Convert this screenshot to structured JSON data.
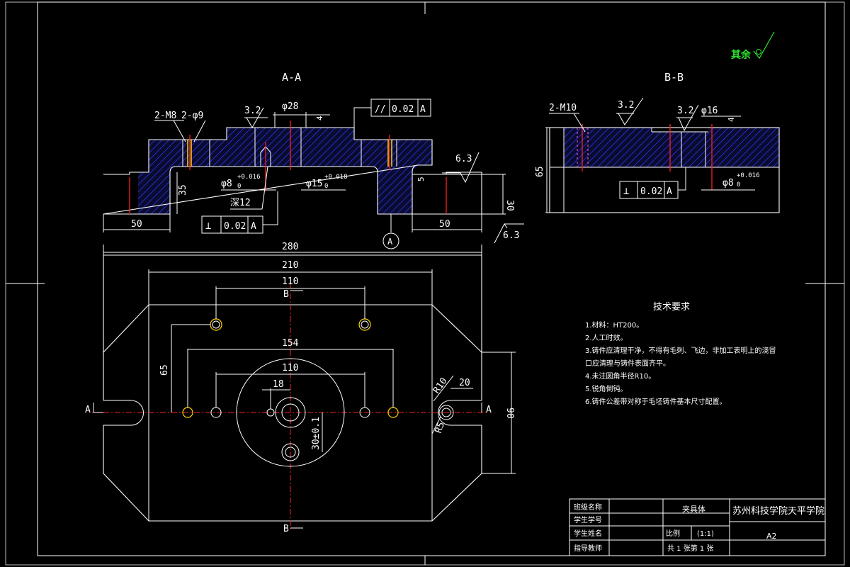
{
  "surface_note": "其余",
  "views": {
    "section_aa_label": "A-A",
    "section_bb_label": "B-B",
    "datum_label": "A"
  },
  "dimensions_aa": {
    "holes_m8": "2-M8",
    "holes_phi9": "2-φ9",
    "roughness_32": "3.2",
    "phi28": "φ28",
    "dim4": "4",
    "parallelism_symbol": "//",
    "parallelism_value": "0.02",
    "parallelism_datum": "A",
    "roughness_63": "6.3",
    "phi8": "φ8",
    "phi8_tol_upper": "+0.016",
    "phi8_tol_lower": "0",
    "phi15": "φ15",
    "phi15_tol_upper": "+0.018",
    "phi15_tol_lower": "0",
    "depth12": "深12",
    "dim35": "35",
    "dim5": "5",
    "dim30": "30",
    "dim50_left": "50",
    "dim50_right": "50",
    "perp_symbol": "⊥",
    "perp_value": "0.02",
    "perp_datum": "A",
    "roughness_63b": "6.3"
  },
  "dimensions_bb": {
    "holes_m10": "2-M10",
    "roughness_32a": "3.2",
    "roughness_32b": "3.2",
    "phi16": "φ16",
    "dim4": "4",
    "dim65": "65",
    "perp_symbol": "⊥",
    "perp_value": "0.02",
    "perp_datum": "A",
    "phi8": "φ8",
    "phi8_tol_upper": "+0.016",
    "phi8_tol_lower": "0"
  },
  "dimensions_plan": {
    "dim280": "280",
    "dim210": "210",
    "dim110_top": "110",
    "dim65": "65",
    "dim154": "154",
    "dim110_mid": "110",
    "dim18": "18",
    "dim30tol": "30±0.1",
    "r10": "R10",
    "r5": "R5",
    "dim20": "20",
    "dim90": "90",
    "cut_a_left": "A",
    "cut_a_right": "A",
    "cut_b_top": "B",
    "cut_b_bottom": "B"
  },
  "tech_requirements": {
    "title": "技术要求",
    "items": [
      "1.材料：HT200。",
      "2.人工时效。",
      "3.铸件应清理干净，不得有毛刺、飞边，非加工表明上的浇冒",
      "口应清理与铸件表面齐平。",
      "4.未注圆角半径R10。",
      "5.锐角倒钝。",
      "6.铸件公差带对称于毛坯铸件基本尺寸配置。"
    ]
  },
  "title_block": {
    "row1_label": "班级名称",
    "row2_label": "学生学号",
    "row3_label": "学生姓名",
    "row4_label": "指导教师",
    "part_name": "夹具体",
    "school": "苏州科技学院天平学院",
    "scale_label": "比例",
    "scale_value": "(1:1)",
    "sheet_count": "共 1 张第 1 张",
    "paper_size": "A2"
  },
  "colors": {
    "background": "#000000",
    "line": "#ffffff",
    "centerline": "#ff2020",
    "hatch": "#2a3cff",
    "hole_accent": "#ffd400",
    "note_green": "#2ee02e"
  }
}
